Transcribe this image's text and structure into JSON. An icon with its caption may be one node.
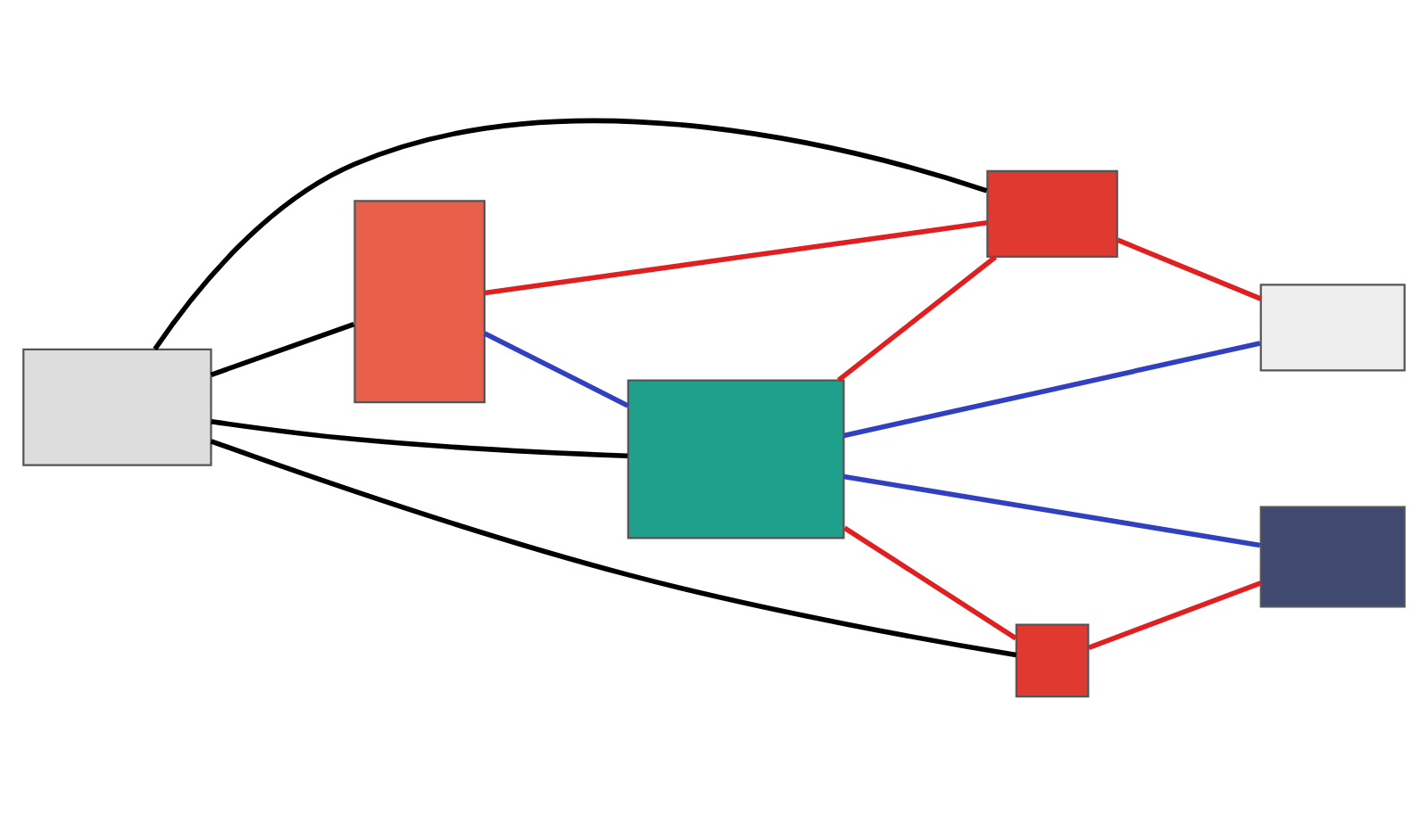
{
  "diagram": {
    "nodes": [
      {
        "text": [],
        "shape": "box"
      },
      {
        "text": [],
        "shape": "box"
      },
      {
        "text": [],
        "shape": "box"
      },
      {
        "text": [],
        "shape": "box"
      },
      {
        "text": [],
        "shape": "box"
      },
      {
        "text": [],
        "shape": "box"
      },
      {
        "text": [],
        "shape": "box"
      }
    ],
    "edges": [
      {
        "from": 3,
        "to": 0,
        "arrow": "none",
        "color": "#000000"
      },
      {
        "from": 3,
        "to": 1,
        "arrow": "none",
        "color": "#000000"
      },
      {
        "from": 3,
        "to": 4,
        "arrow": "none",
        "color": "#000000"
      },
      {
        "from": 3,
        "to": 6,
        "arrow": "none",
        "color": "#000000"
      },
      {
        "from": 1,
        "to": 0,
        "arrow": "none",
        "color": "#e02020"
      },
      {
        "from": 1,
        "to": 2,
        "arrow": "none",
        "color": "#e02020"
      },
      {
        "from": 4,
        "to": 1,
        "arrow": "none",
        "color": "#e02020"
      },
      {
        "from": 4,
        "to": 6,
        "arrow": "none",
        "color": "#e02020"
      },
      {
        "from": 6,
        "to": 5,
        "arrow": "none",
        "color": "#e02020"
      },
      {
        "from": 0,
        "to": 4,
        "arrow": "none",
        "color": "#3040c0"
      },
      {
        "from": 2,
        "to": 4,
        "arrow": "none",
        "color": "#3040c0"
      },
      {
        "from": 5,
        "to": 4,
        "arrow": "none",
        "color": "#3040c0"
      }
    ]
  }
}
